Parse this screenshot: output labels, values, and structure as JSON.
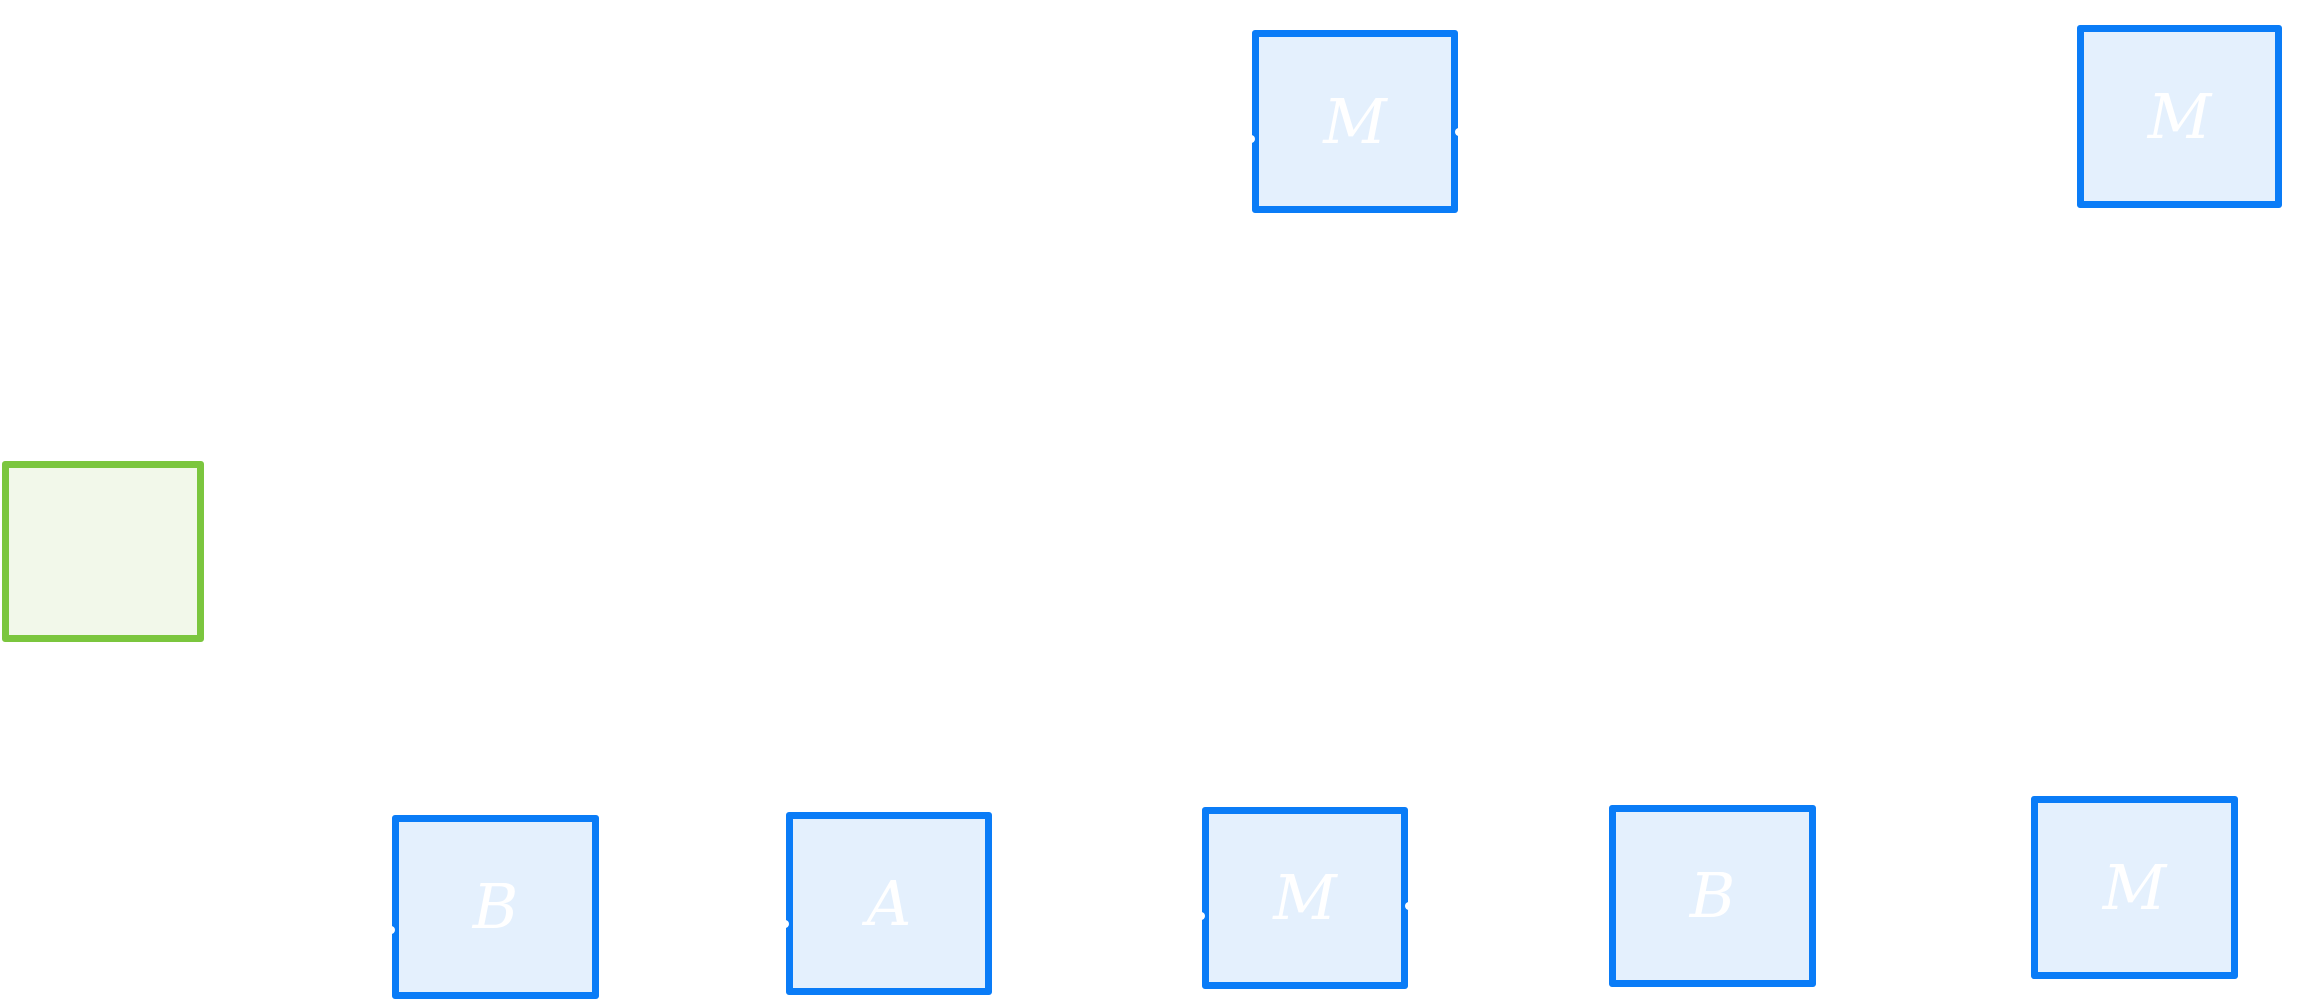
{
  "colors": {
    "node_border": "#0a7cf7",
    "node_fill": "#e4f0fd",
    "start_border": "#7bc63e",
    "start_fill": "#f2f8ea",
    "label": "#ffffff"
  },
  "nodes": [
    {
      "id": "start",
      "label": ""
    },
    {
      "id": "top-1",
      "label": "M"
    },
    {
      "id": "top-2",
      "label": "M"
    },
    {
      "id": "bottom-1",
      "label": "B"
    },
    {
      "id": "bottom-2",
      "label": "A"
    },
    {
      "id": "bottom-3",
      "label": "M"
    },
    {
      "id": "bottom-4",
      "label": "B"
    },
    {
      "id": "bottom-5",
      "label": "M"
    }
  ]
}
